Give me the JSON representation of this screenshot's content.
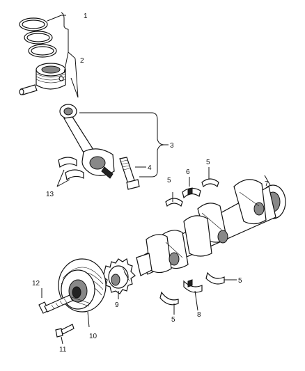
{
  "diagram": {
    "callouts": [
      "1",
      "2",
      "3",
      "4",
      "5",
      "6",
      "5",
      "7",
      "5",
      "13",
      "12",
      "9",
      "5",
      "8",
      "5",
      "10",
      "11"
    ]
  }
}
